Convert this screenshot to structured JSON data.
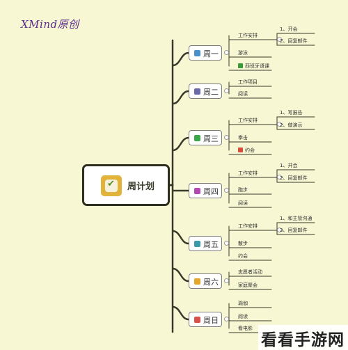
{
  "watermark": "XMind原创",
  "central": {
    "title": "周计划",
    "icon": "check-icon",
    "icon_color": "#e2b33a"
  },
  "days": [
    {
      "label": "周一",
      "icon_color": "#4a90c8",
      "children": [
        {
          "text": "工作安排",
          "children": [
            "1、开会",
            "2、回复邮件"
          ]
        },
        {
          "text": "游泳"
        },
        {
          "text": "西班牙语课",
          "marker": "green-check-icon"
        }
      ]
    },
    {
      "label": "周二",
      "icon_color": "#6a6aa8",
      "children": [
        {
          "text": "工作项目"
        },
        {
          "text": "阅读"
        }
      ]
    },
    {
      "label": "周三",
      "icon_color": "#3aa84a",
      "children": [
        {
          "text": "工作安排",
          "children": [
            "1、写报告",
            "2、做演示"
          ]
        },
        {
          "text": "拳击"
        },
        {
          "text": "约会",
          "marker": "red-heart-icon"
        }
      ]
    },
    {
      "label": "周四",
      "icon_color": "#b24ab2",
      "children": [
        {
          "text": "工作安排",
          "children": [
            "1、开会",
            "2、回复邮件"
          ]
        },
        {
          "text": "跑步"
        },
        {
          "text": "阅读"
        }
      ]
    },
    {
      "label": "周五",
      "icon_color": "#3a9aa8",
      "children": [
        {
          "text": "工作安排",
          "children": [
            "1、和主管沟通",
            "2、回复邮件"
          ]
        },
        {
          "text": "散步"
        },
        {
          "text": "约会"
        }
      ]
    },
    {
      "label": "周六",
      "icon_color": "#e2a82a",
      "children": [
        {
          "text": "志愿者活动"
        },
        {
          "text": "家庭聚会"
        }
      ]
    },
    {
      "label": "周日",
      "icon_color": "#d8504a",
      "children": [
        {
          "text": "瑜伽"
        },
        {
          "text": "阅读"
        },
        {
          "text": "看电影"
        }
      ]
    }
  ],
  "brand_watermark": "看看手游网",
  "colors": {
    "background": "#f7f7d4",
    "line": "#3a3a2a"
  }
}
